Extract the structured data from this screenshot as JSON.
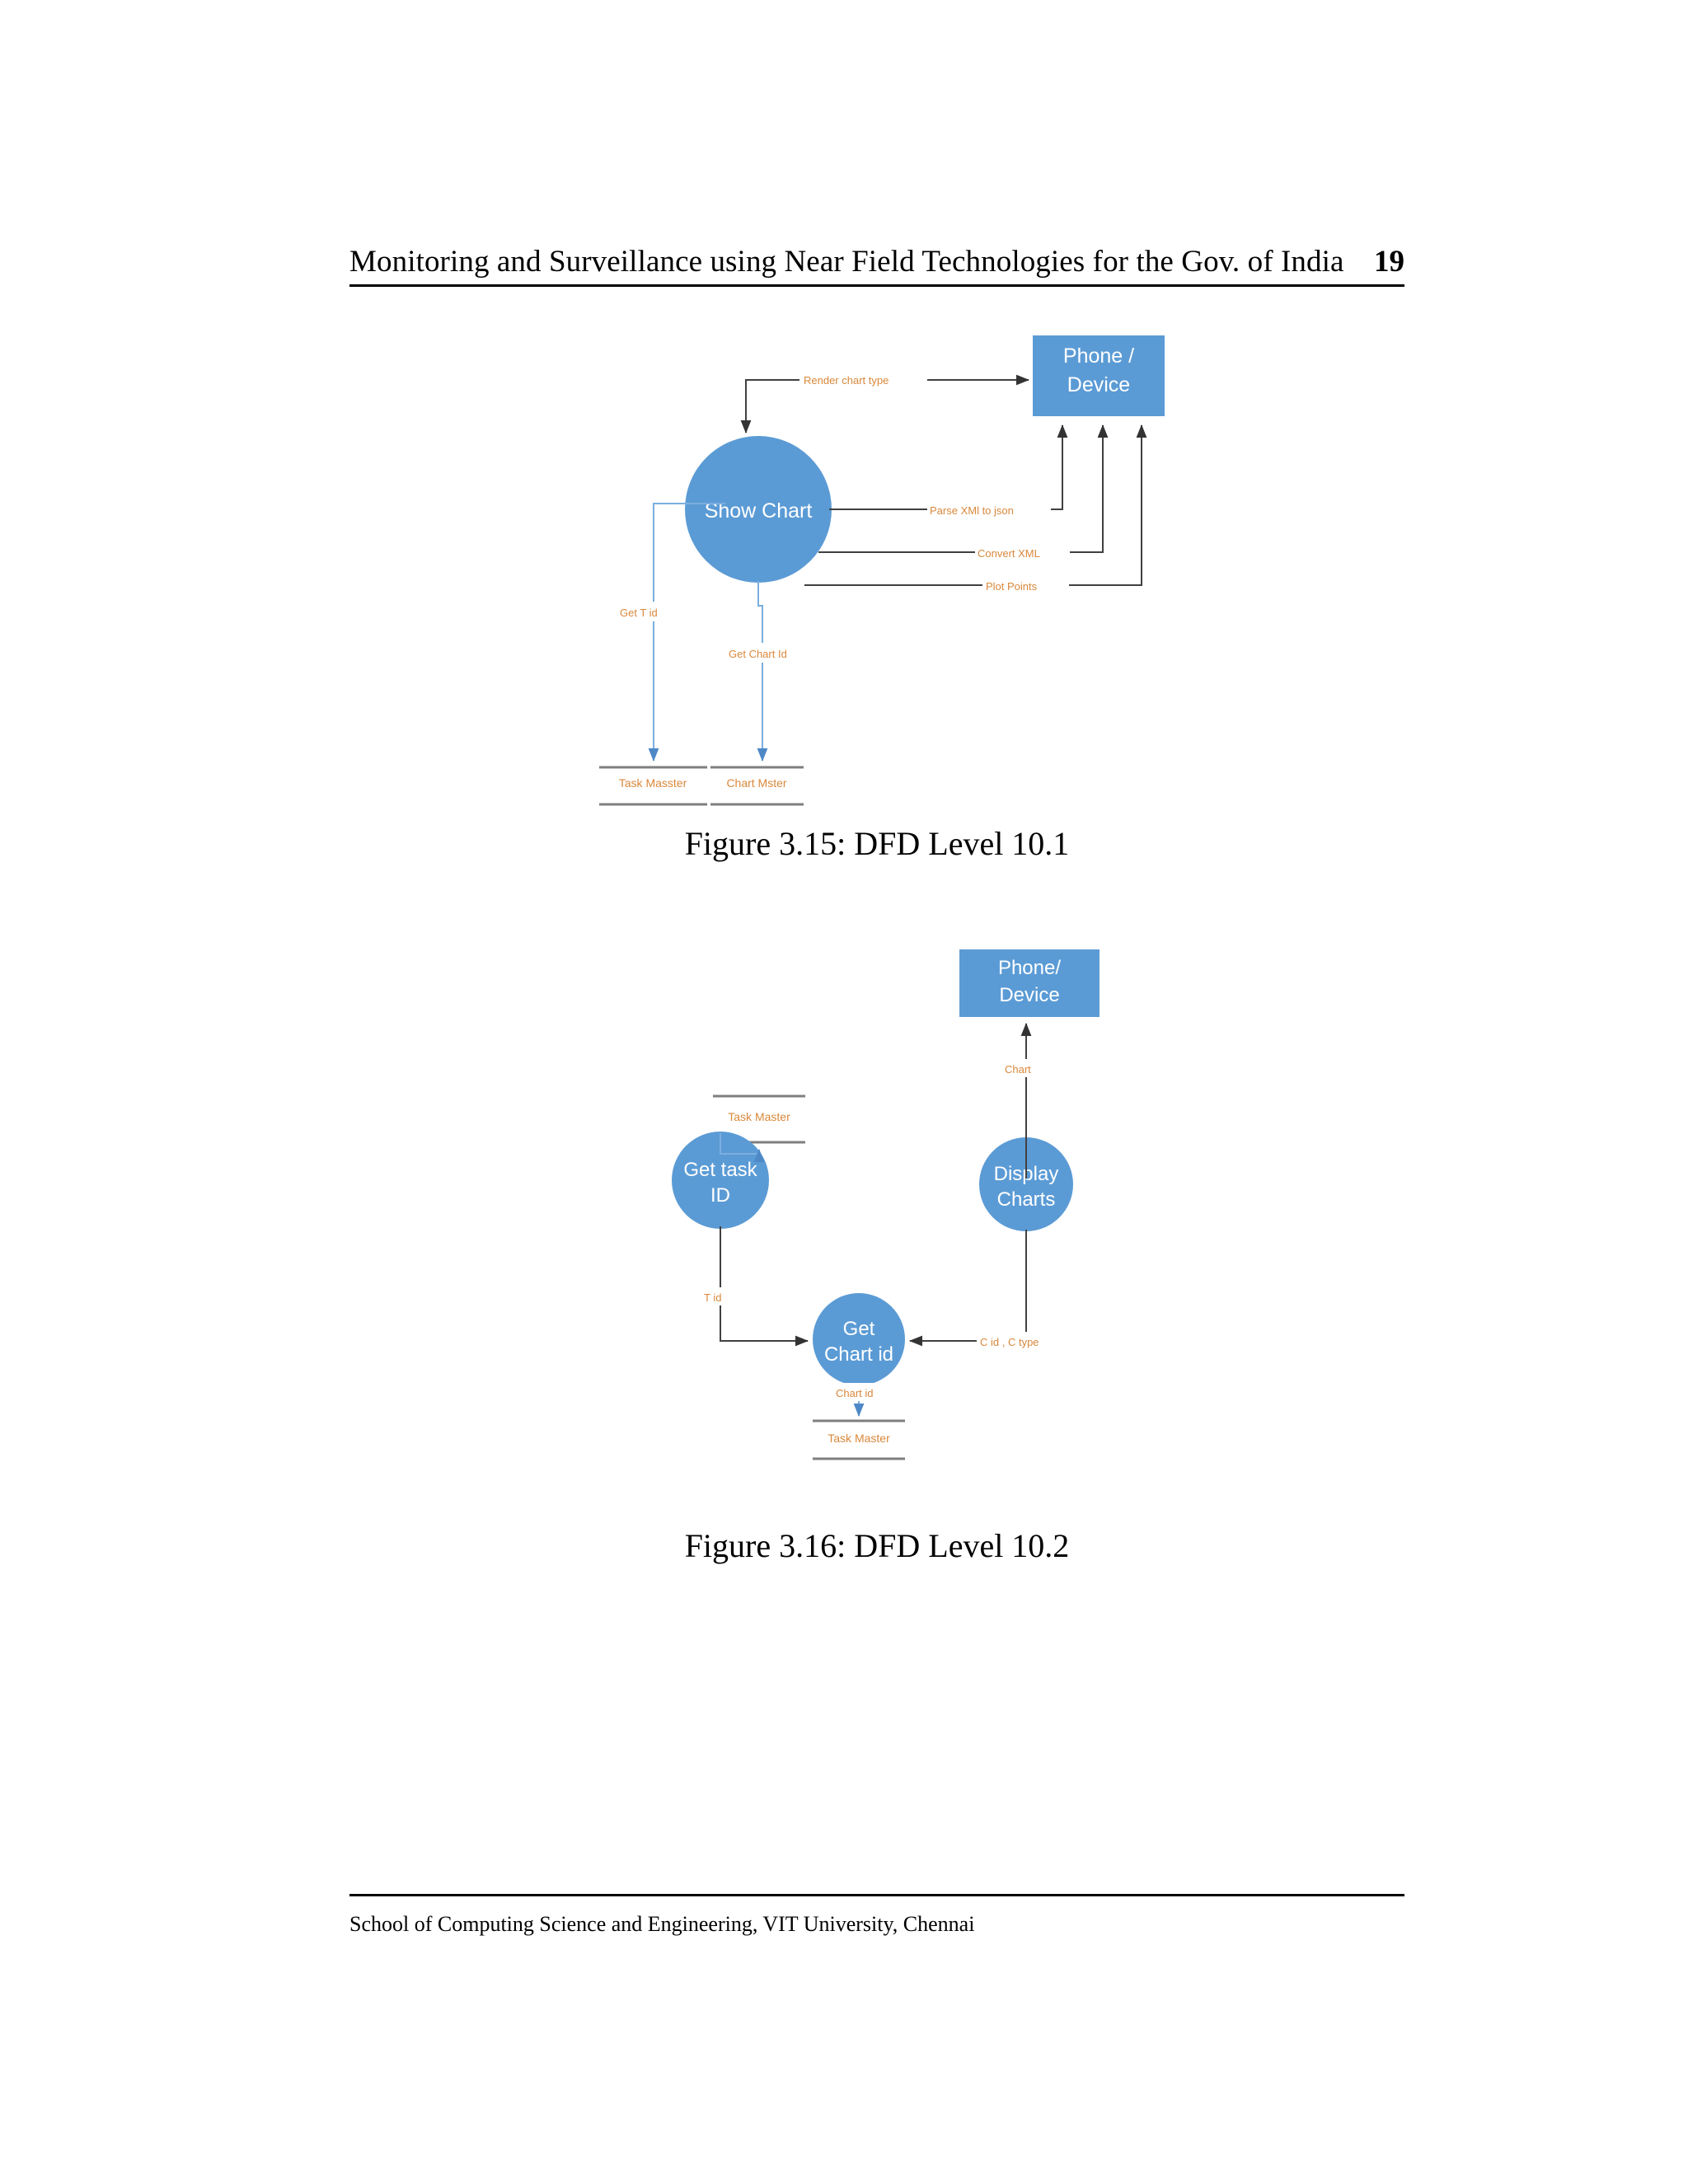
{
  "page": {
    "header_title": "Monitoring and Surveillance using Near Field Technologies for the Gov. of India",
    "page_number": "19",
    "footer": "School of Computing Science and Engineering, VIT University, Chennai"
  },
  "colors": {
    "node_fill": "#5B9BD5",
    "flow_label": "#D9883B",
    "arrow_dark": "#404040",
    "arrow_blue": "#5B9BD5",
    "store_line": "#7F7F7F",
    "text_black": "#000000"
  },
  "figures": [
    {
      "id": "3.15",
      "caption": "Figure 3.15: DFD Level 10.1",
      "type": "data-flow-diagram",
      "nodes": [
        {
          "key": "phone_device",
          "shape": "rectangle",
          "label_lines": [
            "Phone /",
            "Device"
          ]
        },
        {
          "key": "show_chart",
          "shape": "circle",
          "label_lines": [
            "Show Chart"
          ]
        },
        {
          "key": "task_masster",
          "shape": "datastore",
          "label_lines": [
            "Task Masster"
          ]
        },
        {
          "key": "chart_mster",
          "shape": "datastore",
          "label_lines": [
            "Chart Mster"
          ]
        }
      ],
      "flows": [
        {
          "key": "render_chart_type",
          "label": "Render chart type",
          "from": "show_chart",
          "to": "phone_device"
        },
        {
          "key": "parse_xml_to_json",
          "label": "Parse XMl to json",
          "from": "show_chart",
          "to": "phone_device"
        },
        {
          "key": "convert_xml",
          "label": "Convert XML",
          "from": "show_chart",
          "to": "phone_device"
        },
        {
          "key": "plot_points",
          "label": "Plot Points",
          "from": "show_chart",
          "to": "phone_device"
        },
        {
          "key": "get_t_id",
          "label": "Get T id",
          "from": "show_chart",
          "to": "task_masster"
        },
        {
          "key": "get_chart_id",
          "label": "Get Chart Id",
          "from": "show_chart",
          "to": "chart_mster"
        }
      ]
    },
    {
      "id": "3.16",
      "caption": "Figure 3.16: DFD Level 10.2",
      "type": "data-flow-diagram",
      "nodes": [
        {
          "key": "phone_device_2",
          "shape": "rectangle",
          "label_lines": [
            "Phone/",
            "Device"
          ]
        },
        {
          "key": "task_master_top",
          "shape": "datastore",
          "label_lines": [
            "Task Master"
          ]
        },
        {
          "key": "get_task_id",
          "shape": "circle",
          "label_lines": [
            "Get task",
            "ID"
          ]
        },
        {
          "key": "display_charts",
          "shape": "circle",
          "label_lines": [
            "Display",
            "Charts"
          ]
        },
        {
          "key": "get_chart_id_node",
          "shape": "circle",
          "label_lines": [
            "Get",
            "Chart id"
          ]
        },
        {
          "key": "task_master_bottom",
          "shape": "datastore",
          "label_lines": [
            "Task Master"
          ]
        }
      ],
      "flows": [
        {
          "key": "chart",
          "label": "Chart",
          "from": "display_charts",
          "to": "phone_device_2"
        },
        {
          "key": "to_task_master",
          "label": "",
          "from": "get_task_id",
          "to": "task_master_top"
        },
        {
          "key": "t_id",
          "label": "T id",
          "from": "get_task_id",
          "to": "get_chart_id_node"
        },
        {
          "key": "c_id_c_type",
          "label": "C id , C type",
          "from": "display_charts",
          "to": "get_chart_id_node"
        },
        {
          "key": "chart_id",
          "label": "Chart id",
          "from": "get_chart_id_node",
          "to": "task_master_bottom"
        }
      ]
    }
  ]
}
